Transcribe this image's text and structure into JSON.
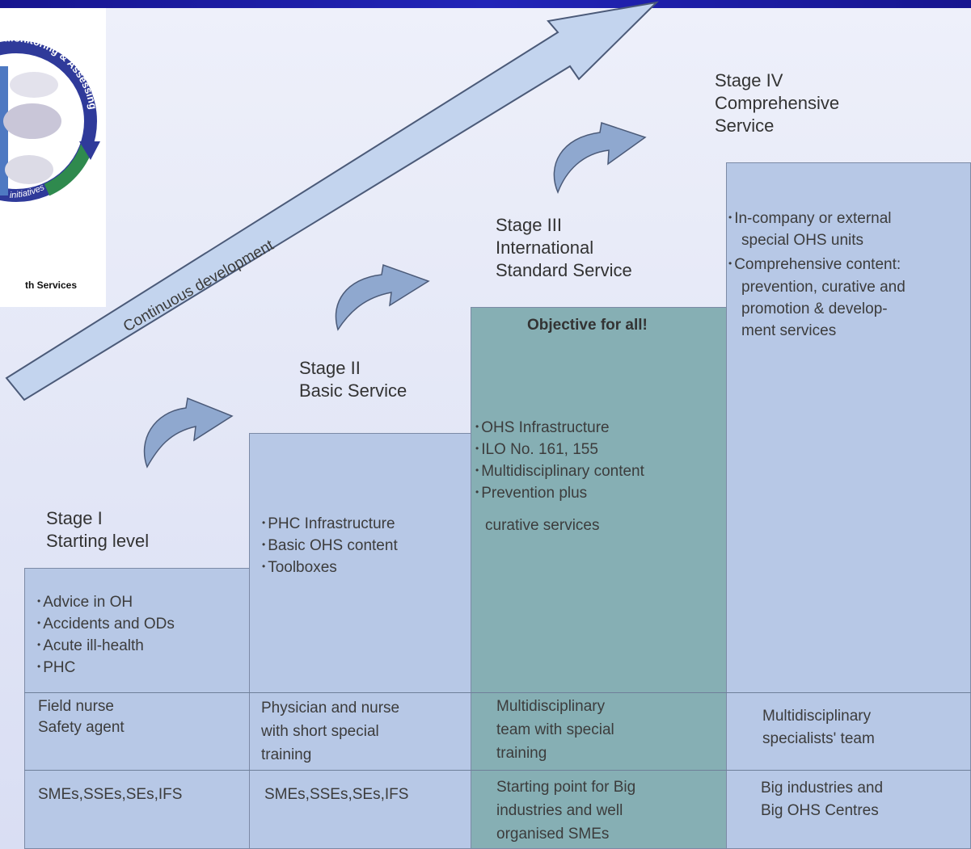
{
  "logo": {
    "ring_text_top": "Monitoring & Assessing",
    "ring_text_bottom": "initiatives",
    "caption": "th Services"
  },
  "arrow_label": "Continuous development",
  "stages": [
    {
      "title_line1": "Stage I",
      "title_line2": "Starting level",
      "items": [
        "Advice in OH",
        "Accidents and ODs",
        "Acute ill-health",
        "PHC"
      ],
      "staff": "Field nurse\nSafety agent",
      "target": "SMEs,SSEs,SEs,IFS"
    },
    {
      "title_line1": "Stage II",
      "title_line2": "Basic Service",
      "items": [
        "PHC Infrastructure",
        "Basic OHS content",
        "Toolboxes"
      ],
      "staff": "Physician and nurse\nwith short special\ntraining",
      "target": "SMEs,SSEs,SEs,IFS"
    },
    {
      "title_line1": "Stage III",
      "title_line2": "International",
      "title_line3": "Standard Service",
      "objective": "Objective for all!",
      "items": [
        "OHS Infrastructure",
        "ILO No. 161, 155",
        "Multidisciplinary content",
        "Prevention plus      "
      ],
      "item_continuation": "curative services",
      "staff": "Multidisciplinary\nteam with special\ntraining",
      "target": "Starting point for Big\nindustries and well\norganised SMEs"
    },
    {
      "title_line1": "Stage IV",
      "title_line2": "Comprehensive",
      "title_line3": "Service",
      "items": [
        "In-company or external",
        "Comprehensive content:"
      ],
      "item1_continuation": "special OHS units",
      "item2_continuation": "prevention, curative and\npromotion & develop-\nment services",
      "staff": "Multidisciplinary\nspecialists' team",
      "target": "Big industries and\nBig OHS Centres"
    }
  ]
}
